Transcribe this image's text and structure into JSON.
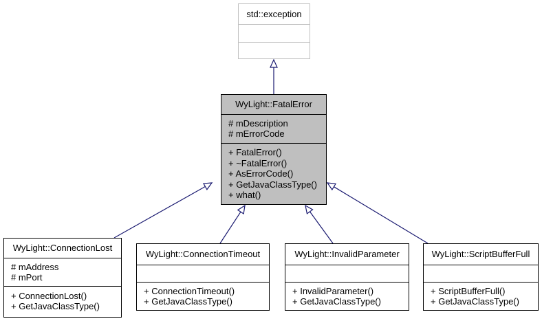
{
  "colors": {
    "edge": "#191970",
    "focus_fill": "#bfbfbf",
    "external_border": "#bfbfbf",
    "border": "#000000"
  },
  "classes": {
    "std_exception": {
      "name": "std::exception",
      "attributes": [],
      "methods": []
    },
    "fatal_error": {
      "name": "WyLight::FatalError",
      "attributes": [
        "# mDescription",
        "# mErrorCode"
      ],
      "methods": [
        "+ FatalError()",
        "+ ~FatalError()",
        "+ AsErrorCode()",
        "+ GetJavaClassType()",
        "+ what()"
      ]
    },
    "connection_lost": {
      "name": "WyLight::ConnectionLost",
      "attributes": [
        "# mAddress",
        "# mPort"
      ],
      "methods": [
        "+ ConnectionLost()",
        "+ GetJavaClassType()"
      ]
    },
    "connection_timeout": {
      "name": "WyLight::ConnectionTimeout",
      "attributes": [],
      "methods": [
        "+ ConnectionTimeout()",
        "+ GetJavaClassType()"
      ]
    },
    "invalid_parameter": {
      "name": "WyLight::InvalidParameter",
      "attributes": [],
      "methods": [
        "+ InvalidParameter()",
        "+ GetJavaClassType()"
      ]
    },
    "script_buffer_full": {
      "name": "WyLight::ScriptBufferFull",
      "attributes": [],
      "methods": [
        "+ ScriptBufferFull()",
        "+ GetJavaClassType()"
      ]
    }
  },
  "inheritance": [
    {
      "child": "fatal_error",
      "parent": "std_exception"
    },
    {
      "child": "connection_lost",
      "parent": "fatal_error"
    },
    {
      "child": "connection_timeout",
      "parent": "fatal_error"
    },
    {
      "child": "invalid_parameter",
      "parent": "fatal_error"
    },
    {
      "child": "script_buffer_full",
      "parent": "fatal_error"
    }
  ]
}
